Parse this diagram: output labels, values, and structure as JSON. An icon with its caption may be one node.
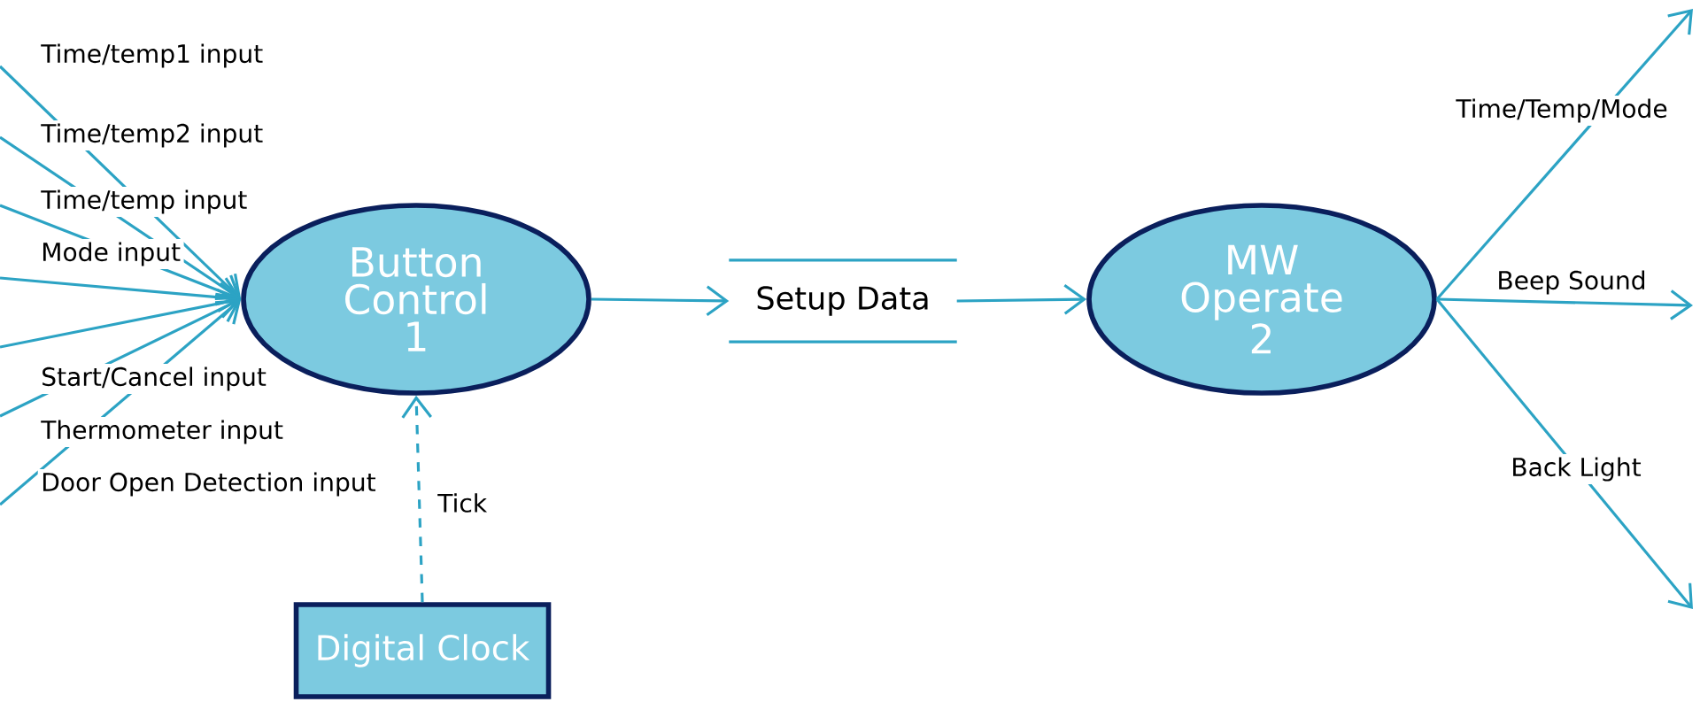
{
  "diagram": {
    "nodes": [
      {
        "text": [
          "Button Control 1"
        ]
      },
      {
        "text": [
          "Setup Data"
        ]
      },
      {
        "text": [
          "MW Operate 2"
        ]
      },
      {
        "text": [
          "Digital Clock"
        ]
      }
    ],
    "edges": [
      {
        "from": null,
        "to": 0,
        "arrow": "to",
        "label": "Time/temp1 input"
      },
      {
        "from": null,
        "to": 0,
        "arrow": "to",
        "label": "Time/temp2 input"
      },
      {
        "from": null,
        "to": 0,
        "arrow": "to",
        "label": "Time/temp input"
      },
      {
        "from": null,
        "to": 0,
        "arrow": "to",
        "label": "Mode input"
      },
      {
        "from": null,
        "to": 0,
        "arrow": "to",
        "label": "Start/Cancel input"
      },
      {
        "from": null,
        "to": 0,
        "arrow": "to",
        "label": "Thermometer input"
      },
      {
        "from": null,
        "to": 0,
        "arrow": "to",
        "label": "Door Open Detection input"
      },
      {
        "from": 3,
        "to": 0,
        "arrow": "to",
        "label": "Tick",
        "style": "dashed"
      },
      {
        "from": 0,
        "to": 1,
        "arrow": "to"
      },
      {
        "from": 1,
        "to": 2,
        "arrow": "to"
      },
      {
        "from": 2,
        "to": null,
        "arrow": "to",
        "label": "Time/Temp/Mode"
      },
      {
        "from": 2,
        "to": null,
        "arrow": "to",
        "label": "Beep Sound"
      },
      {
        "from": 2,
        "to": null,
        "arrow": "to",
        "label": "Back Light"
      }
    ]
  }
}
